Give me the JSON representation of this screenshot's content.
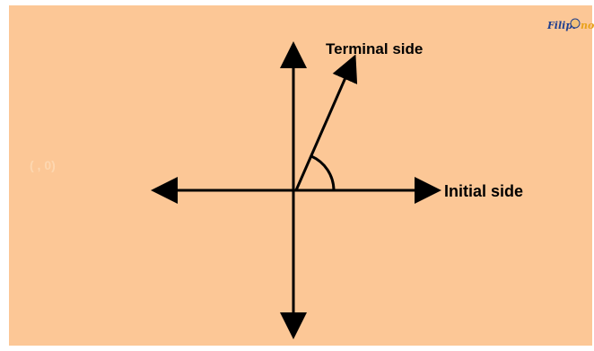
{
  "diagram": {
    "terminal_label": "Terminal side",
    "initial_label": "Initial side",
    "faint_text": "( , 0)"
  },
  "logo": {
    "text_left": "Filipi",
    "text_right": "no",
    "colors": {
      "left": "#1f3f8f",
      "right": "#e8a21a"
    }
  },
  "colors": {
    "background": "#fcc796",
    "lines": "#000000"
  }
}
